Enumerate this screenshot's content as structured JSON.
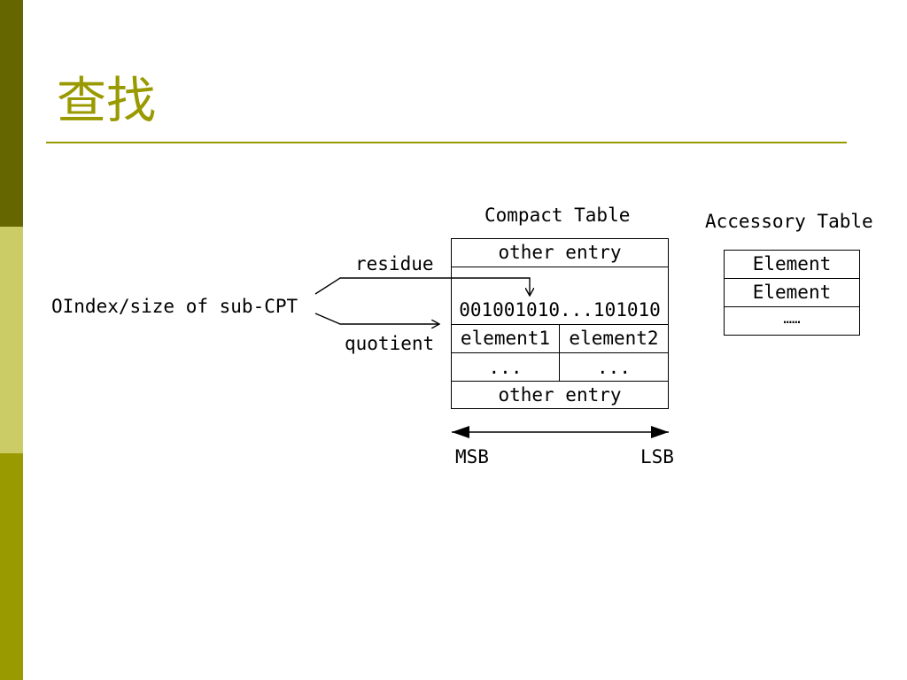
{
  "slide": {
    "title": "查找"
  },
  "diagram": {
    "index_label": "OIndex/size of sub-CPT",
    "residue_label": "residue",
    "quotient_label": "quotient",
    "compact_table": {
      "title": "Compact Table",
      "top_entry": "other entry",
      "bit_string": "001001010...101010",
      "element1": "element1",
      "element2": "element2",
      "ellipsis_left": "...",
      "ellipsis_right": "...",
      "bottom_entry": "other entry"
    },
    "msb_label": "MSB",
    "lsb_label": "LSB",
    "accessory_table": {
      "title": "Accessory Table",
      "rows": [
        "Element",
        "Element",
        "……"
      ]
    }
  }
}
